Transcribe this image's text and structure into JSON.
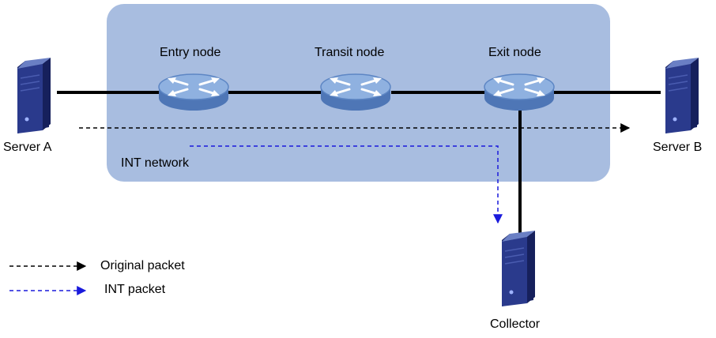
{
  "colors": {
    "region_fill": "#a8bde0",
    "link": "#000000",
    "original_packet": "#000000",
    "int_packet": "#1a1adc",
    "router_body": "#5d86c4",
    "router_top": "#8fb1e0",
    "server_front": "#2a3a8c",
    "server_side": "#1a2466"
  },
  "region": {
    "label": "INT network"
  },
  "nodes": {
    "entry": {
      "label": "Entry node",
      "icon": "router-icon"
    },
    "transit": {
      "label": "Transit node",
      "icon": "router-icon"
    },
    "exit": {
      "label": "Exit node",
      "icon": "router-icon"
    },
    "server_a": {
      "label": "Server A",
      "icon": "server-icon"
    },
    "server_b": {
      "label": "Server B",
      "icon": "server-icon"
    },
    "collector": {
      "label": "Collector",
      "icon": "server-icon"
    }
  },
  "legend": {
    "original": {
      "label": "Original packet"
    },
    "int": {
      "label": "INT packet"
    }
  }
}
